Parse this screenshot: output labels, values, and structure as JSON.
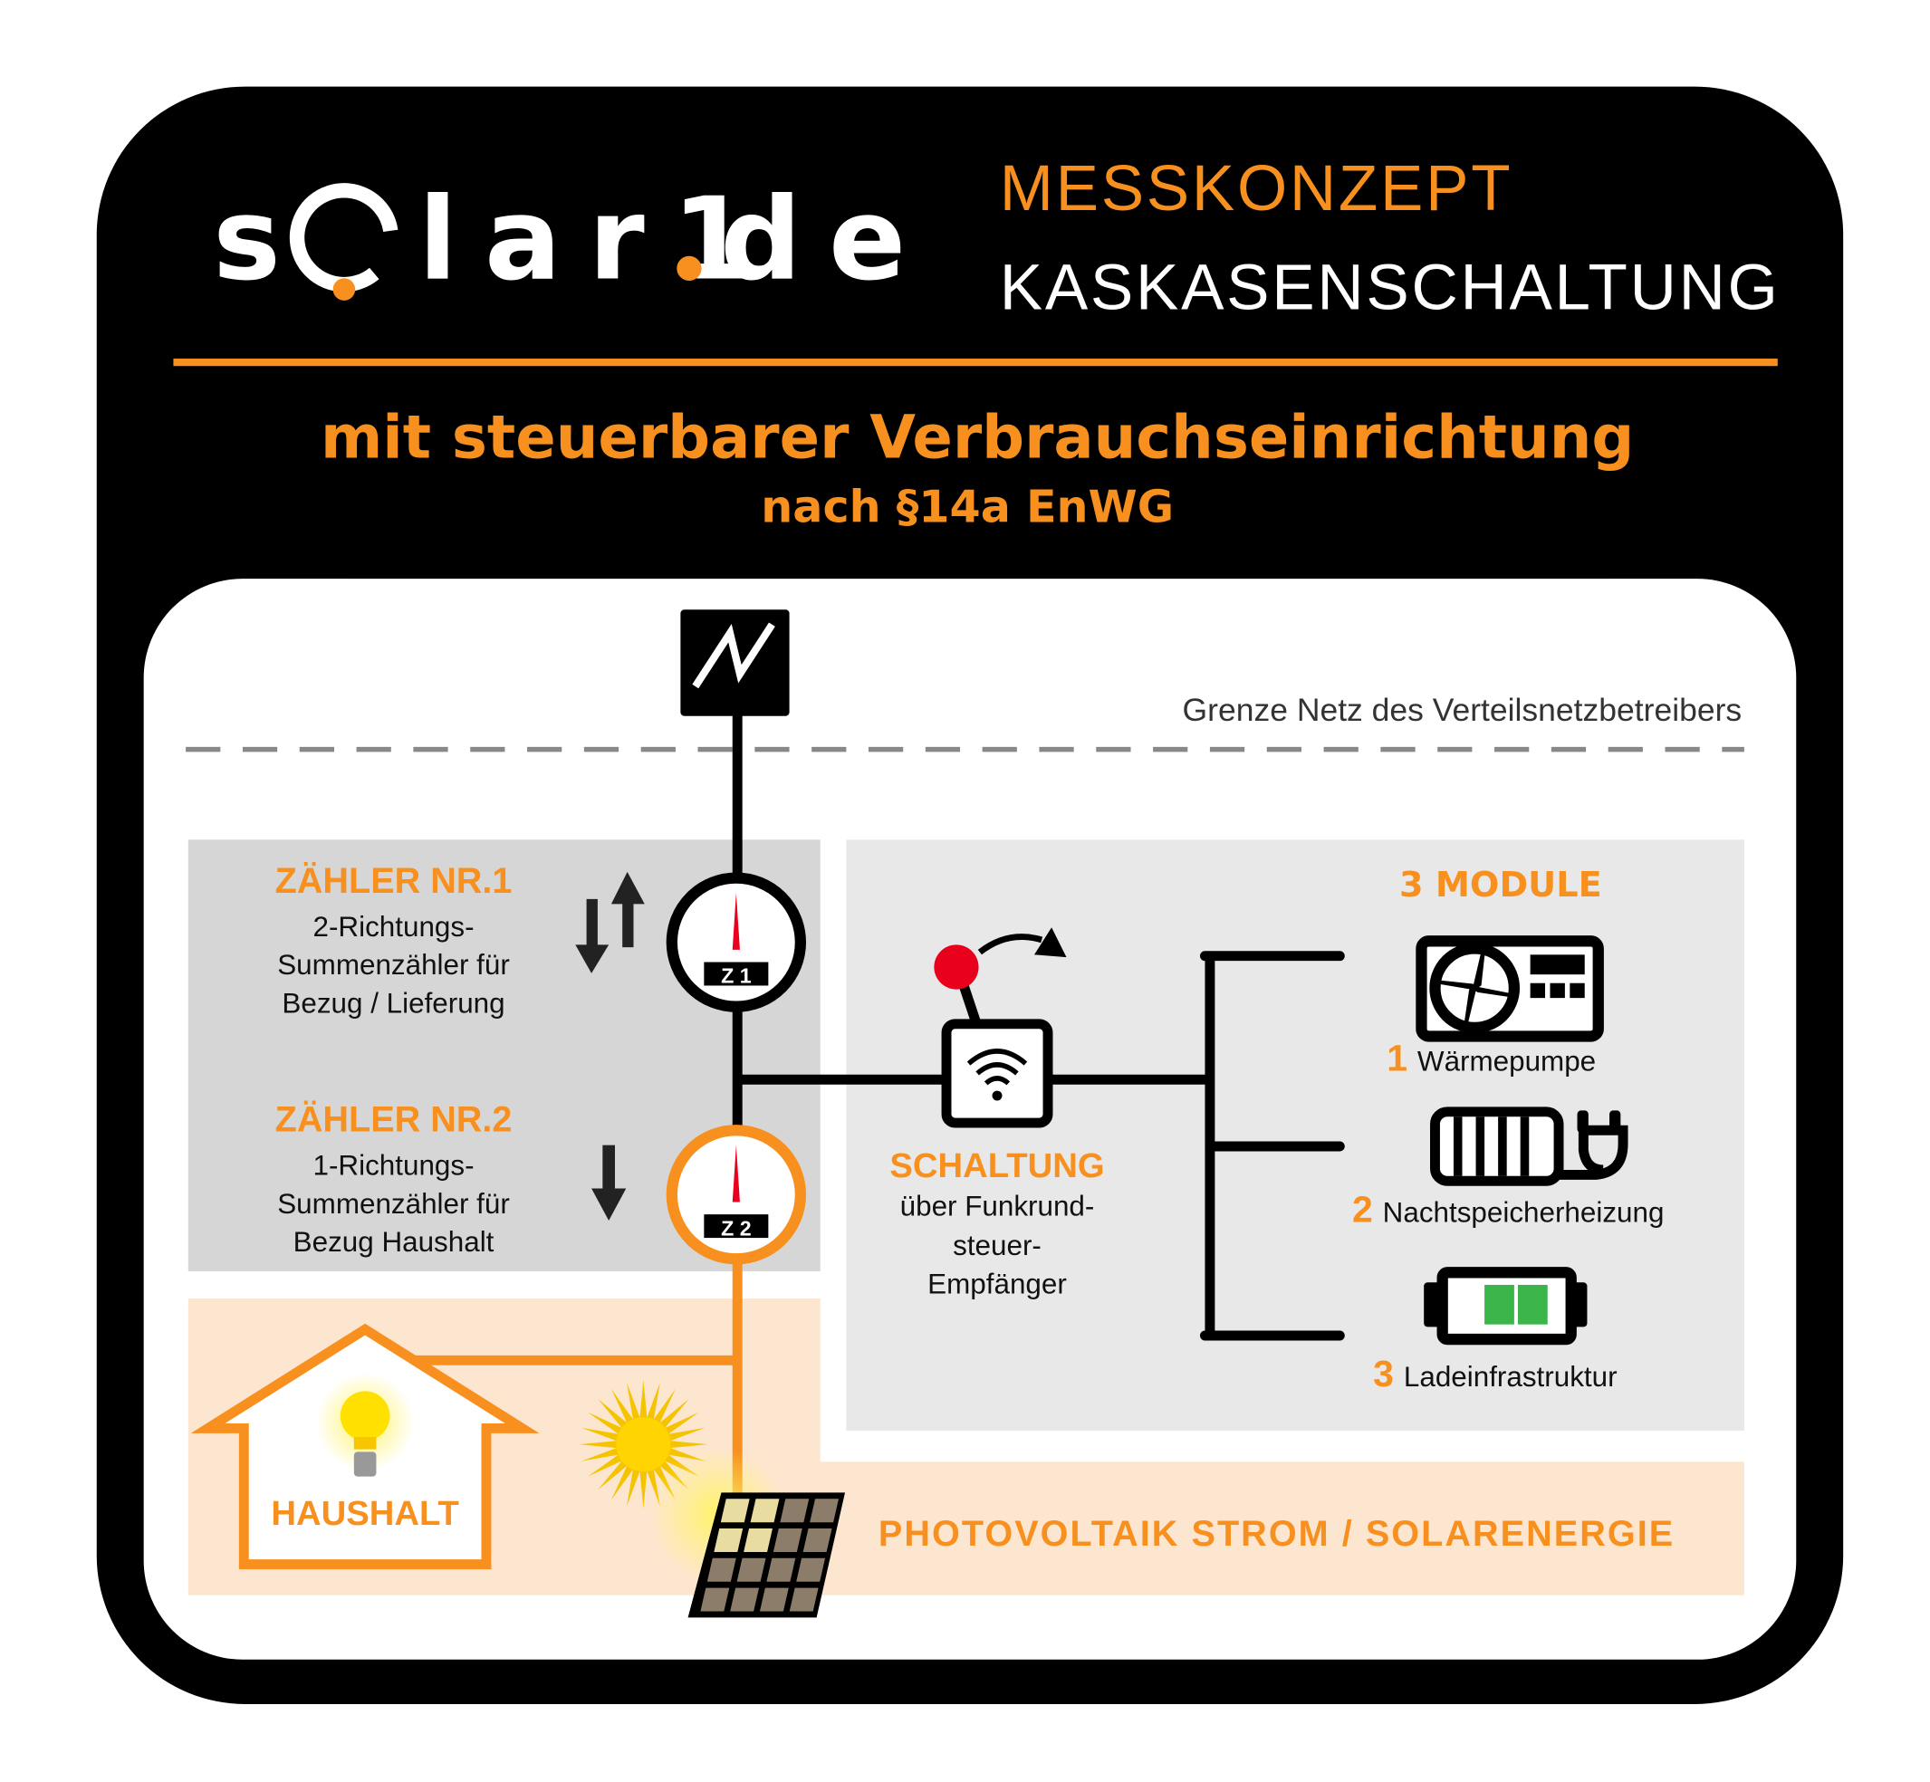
{
  "header": {
    "logo": {
      "part1": "s",
      "part2": "lar1",
      "part3": "de"
    },
    "title_line1": "MESSKONZEPT",
    "title_line2": "KASKASENSCHALTUNG",
    "subtitle_line1": "mit steuerbarer Verbrauchseinrichtung",
    "subtitle_line2": "nach §14a EnWG"
  },
  "diagram": {
    "grid_boundary_label": "Grenze Netz des Verteilsnetzbetreibers",
    "meter1": {
      "heading": "ZÄHLER NR.1",
      "lines": [
        "2-Richtungs-",
        "Summenzähler für",
        "Bezug / Lieferung"
      ],
      "badge": "Z 1"
    },
    "meter2": {
      "heading": "ZÄHLER NR.2",
      "lines": [
        "1-Richtungs-",
        "Summenzähler für",
        "Bezug Haushalt"
      ],
      "badge": "Z 2"
    },
    "switch": {
      "heading": "SCHALTUNG",
      "lines": [
        "über Funkrund-",
        "steuer-",
        "Empfänger"
      ]
    },
    "modules": {
      "heading": "3 MODULE",
      "items": [
        {
          "number": "1",
          "label": "Wärmepumpe",
          "icon": "heat-pump-icon"
        },
        {
          "number": "2",
          "label": "Nachtspeicherheizung",
          "icon": "storage-heater-icon"
        },
        {
          "number": "3",
          "label": "Ladeinfrastruktur",
          "icon": "battery-icon"
        }
      ]
    },
    "household_label": "HAUSHALT",
    "pv_label": "PHOTOVOLTAIK STROM / SOLARENERGIE"
  },
  "colors": {
    "orange": "#f7901e",
    "black": "#000000",
    "gray_left": "#d7d6d6",
    "gray_right": "#e9e8e8",
    "peach": "#fde6cf",
    "red": "#e8001c",
    "green": "#3bb54a"
  }
}
